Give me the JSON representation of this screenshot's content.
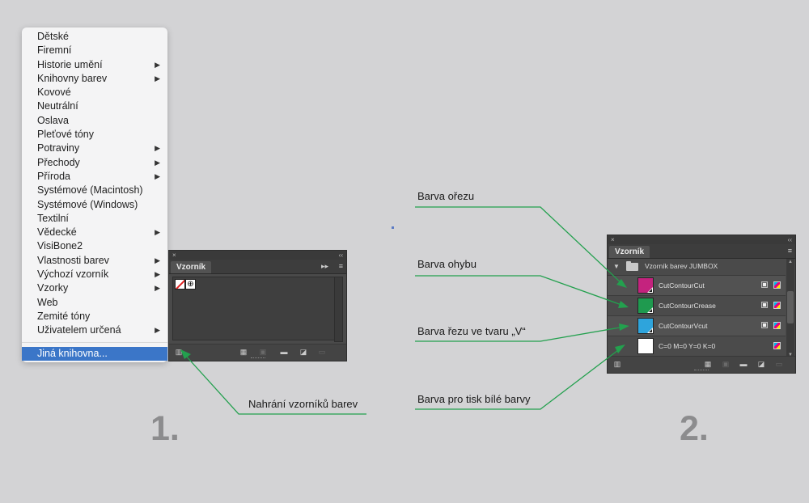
{
  "menu": {
    "items": [
      {
        "label": "Dětské",
        "submenu": false
      },
      {
        "label": "Firemní",
        "submenu": false
      },
      {
        "label": "Historie umění",
        "submenu": true
      },
      {
        "label": "Knihovny barev",
        "submenu": true
      },
      {
        "label": "Kovové",
        "submenu": false
      },
      {
        "label": "Neutrální",
        "submenu": false
      },
      {
        "label": "Oslava",
        "submenu": false
      },
      {
        "label": "Pleťové tóny",
        "submenu": false
      },
      {
        "label": "Potraviny",
        "submenu": true
      },
      {
        "label": "Přechody",
        "submenu": true
      },
      {
        "label": "Příroda",
        "submenu": true
      },
      {
        "label": "Systémové (Macintosh)",
        "submenu": false
      },
      {
        "label": "Systémové (Windows)",
        "submenu": false
      },
      {
        "label": "Textilní",
        "submenu": false
      },
      {
        "label": "Vědecké",
        "submenu": true
      },
      {
        "label": "VisiBone2",
        "submenu": false
      },
      {
        "label": "Vlastnosti barev",
        "submenu": true
      },
      {
        "label": "Výchozí vzorník",
        "submenu": true
      },
      {
        "label": "Vzorky",
        "submenu": true
      },
      {
        "label": "Web",
        "submenu": false
      },
      {
        "label": "Zemité tóny",
        "submenu": false
      },
      {
        "label": "Uživatelem určená",
        "submenu": true
      }
    ],
    "selected_item": "Jiná knihovna...",
    "arrow_glyph": "▶"
  },
  "panel1": {
    "close_glyph": "×",
    "collapse_glyph": "‹‹",
    "tab_label": "Vzorník",
    "forward_glyph": "▸▸",
    "menu_glyph": "≡"
  },
  "panel2": {
    "close_glyph": "×",
    "collapse_glyph": "‹‹",
    "tab_label": "Vzorník",
    "menu_glyph": "≡",
    "group": {
      "label": "Vzorník barev JUMBOX",
      "expanded_glyph": "▼"
    },
    "swatches": [
      {
        "name": "CutContourCut",
        "color": "#c4237e",
        "spot": true
      },
      {
        "name": "CutContourCrease",
        "color": "#1f9a4f",
        "spot": true
      },
      {
        "name": "CutContourVcut",
        "color": "#2ea4dc",
        "spot": true
      },
      {
        "name": "C=0 M=0 Y=0 K=0",
        "color": "#ffffff",
        "spot": false
      }
    ]
  },
  "callouts": {
    "load_library": "Nahrání vzorníků barev",
    "cut_color": "Barva ořezu",
    "crease_color": "Barva ohybu",
    "vcut_color": "Barva řezu ve tvaru „V“",
    "white_print_color": "Barva pro tisk bílé barvy"
  },
  "steps": {
    "one": "1.",
    "two": "2."
  },
  "colors": {
    "accent_line": "#23a04e",
    "menu_selection": "#3b76c8"
  }
}
